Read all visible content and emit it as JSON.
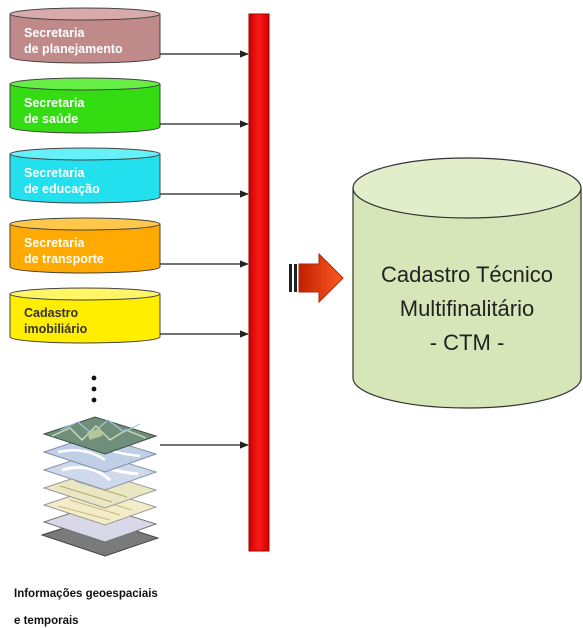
{
  "sources": [
    {
      "line1": "Secretaria",
      "line2": "de planejamento",
      "fill": "#c08a8a",
      "top": "#d9aaaa",
      "text": "#ffffff"
    },
    {
      "line1": "Secretaria",
      "line2": "de saúde",
      "fill": "#33dd11",
      "top": "#66ee44",
      "text": "#ffffff"
    },
    {
      "line1": "Secretaria",
      "line2": "de educação",
      "fill": "#22e0ee",
      "top": "#66f0f7",
      "text": "#ffffff"
    },
    {
      "line1": "Secretaria",
      "line2": "de transporte",
      "fill": "#ffaa00",
      "top": "#ffc84a",
      "text": "#ffffff"
    },
    {
      "line1": "Cadastro",
      "line2": "imobiliário",
      "fill": "#ffee00",
      "top": "#fff566",
      "text": "#333333"
    }
  ],
  "geo_caption": {
    "line1": "Informações geoespaciais",
    "line2": "e temporais"
  },
  "ctm": {
    "line1": "Cadastro Técnico",
    "line2": "Multifinalitário",
    "line3": "- CTM -",
    "fill": "#d6e6b8"
  },
  "colors": {
    "bus": "#ee0000",
    "arrow": "#222222",
    "big_arrow": "#e8401c"
  }
}
